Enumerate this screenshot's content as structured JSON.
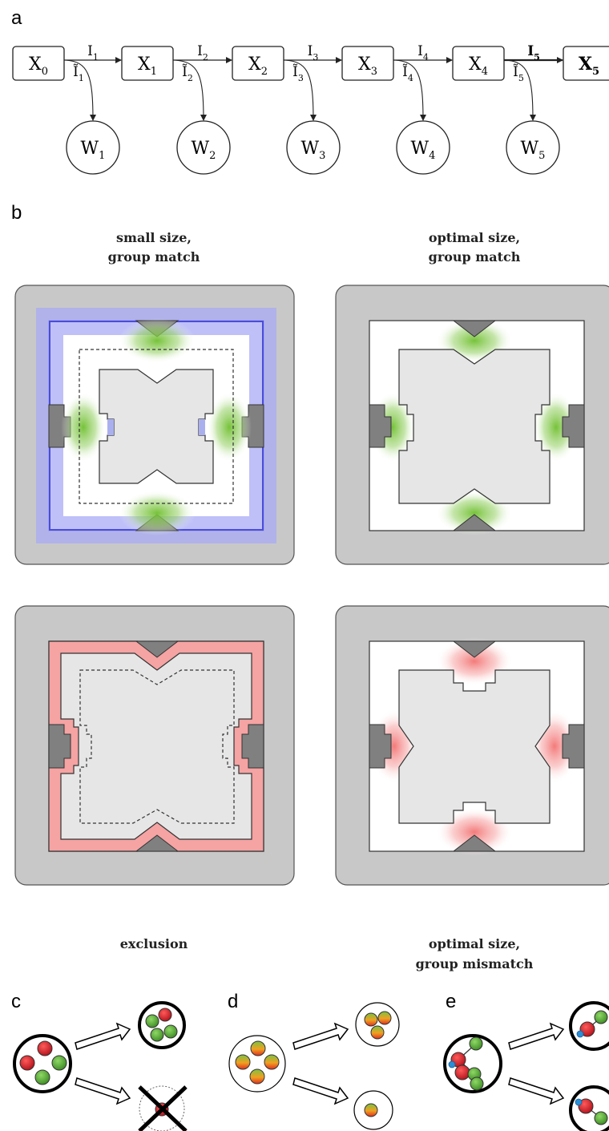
{
  "panels": {
    "a": "a",
    "b": "b",
    "c": "c",
    "d": "d",
    "e": "e"
  },
  "chain": {
    "states": [
      {
        "base": "X",
        "sub": "0",
        "bold": false
      },
      {
        "base": "X",
        "sub": "1",
        "bold": false
      },
      {
        "base": "X",
        "sub": "2",
        "bold": false
      },
      {
        "base": "X",
        "sub": "3",
        "bold": false
      },
      {
        "base": "X",
        "sub": "4",
        "bold": false
      },
      {
        "base": "X",
        "sub": "5",
        "bold": true
      }
    ],
    "inputs": [
      {
        "base": "I",
        "sub": "1",
        "bold": false
      },
      {
        "base": "I",
        "sub": "2",
        "bold": false
      },
      {
        "base": "I",
        "sub": "3",
        "bold": false
      },
      {
        "base": "I",
        "sub": "4",
        "bold": false
      },
      {
        "base": "I",
        "sub": "5",
        "bold": true
      }
    ],
    "tilde_inputs": [
      {
        "base": "Ĩ",
        "sub": "1"
      },
      {
        "base": "Ĩ",
        "sub": "2"
      },
      {
        "base": "Ĩ",
        "sub": "3"
      },
      {
        "base": "Ĩ",
        "sub": "4"
      },
      {
        "base": "Ĩ",
        "sub": "5"
      }
    ],
    "waste": [
      {
        "base": "W",
        "sub": "1"
      },
      {
        "base": "W",
        "sub": "2"
      },
      {
        "base": "W",
        "sub": "3"
      },
      {
        "base": "W",
        "sub": "4"
      },
      {
        "base": "W",
        "sub": "5"
      }
    ]
  },
  "scenarios": [
    {
      "title_line1": "small size,",
      "title_line2": "group match",
      "highlight": "#8a8cf0",
      "glow": "#7cc242"
    },
    {
      "title_line1": "optimal size,",
      "title_line2": "group match",
      "highlight": "none",
      "glow": "#7cc242"
    },
    {
      "title_line1": "exclusion",
      "title_line2": "",
      "highlight": "#f5a3a3",
      "glow": "none"
    },
    {
      "title_line1": "optimal size,",
      "title_line2": "group mismatch",
      "highlight": "none",
      "glow": "#f26b6b"
    }
  ],
  "colors": {
    "frame": "#c8c8c8",
    "core": "#e6e6e6",
    "notch": "#808080",
    "red_ball": "#d6202a",
    "green_ball": "#5aa83a",
    "blue_cap": "#2a8fd6"
  }
}
